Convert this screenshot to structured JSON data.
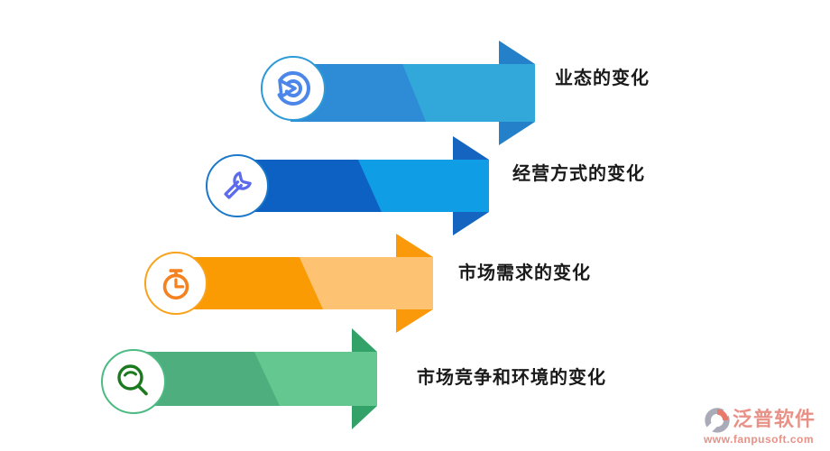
{
  "text_color": "#1A1A1A",
  "rows": [
    {
      "label": "业态的变化",
      "icon": "pie-chart-icon",
      "colors": {
        "band_left": "#2E8BD6",
        "band_right": "#32A7DA",
        "head": "#2380C9",
        "circle_border": "#2D9AD8",
        "glyph": "#4C86E8"
      }
    },
    {
      "label": "经营方式的变化",
      "icon": "wrench-icon",
      "colors": {
        "band_left": "#0D61C2",
        "band_right": "#0F9DE6",
        "head": "#1565C0",
        "circle_border": "#1B78C8",
        "glyph": "#5B6BEE"
      }
    },
    {
      "label": "市场需求的变化",
      "icon": "stopwatch-icon",
      "colors": {
        "band_left": "#FB9B04",
        "band_right": "#FDC373",
        "head": "#FA9A0A",
        "circle_border": "#F9A21C",
        "glyph": "#F48220"
      }
    },
    {
      "label": "市场竞争和环境的变化",
      "icon": "magnifier-icon",
      "colors": {
        "band_left": "#4FAE7D",
        "band_right": "#63C78F",
        "head": "#33A269",
        "circle_border": "#4CBB82",
        "glyph": "#1B7A1E"
      }
    }
  ],
  "watermark": {
    "brand": "泛普软件",
    "url": "www.fanpusoft.com",
    "color": "#E89186",
    "logo_gray": "#A9ABB8",
    "logo_accent": "#E8796B"
  }
}
